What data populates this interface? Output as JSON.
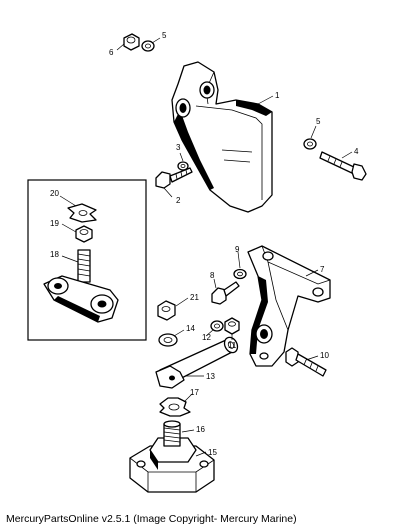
{
  "callouts": {
    "c1": "1",
    "c2": "2",
    "c3": "3",
    "c4": "4",
    "c5a": "5",
    "c5b": "5",
    "c6": "6",
    "c7": "7",
    "c8": "8",
    "c9": "9",
    "c10": "10",
    "c11": "11",
    "c12": "12",
    "c13": "13",
    "c14": "14",
    "c15": "15",
    "c16": "16",
    "c17": "17",
    "c18": "18",
    "c19": "19",
    "c20": "20",
    "c21": "21"
  },
  "caption": "MercuryPartsOnline v2.5.1 (Image Copyright- Mercury Marine)"
}
